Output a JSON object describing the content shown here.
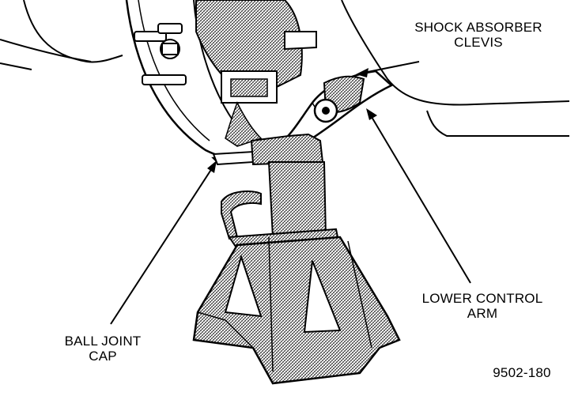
{
  "labels": {
    "shock_absorber_clevis": [
      "SHOCK ABSORBER",
      "CLEVIS"
    ],
    "lower_control_arm": [
      "LOWER CONTROL",
      "ARM"
    ],
    "ball_joint_cap": [
      "BALL JOINT",
      "CAP"
    ]
  },
  "figure_id": "9502-180",
  "colors": {
    "ink": "#000000",
    "paper": "#ffffff",
    "shade": "#8a8a8a"
  }
}
